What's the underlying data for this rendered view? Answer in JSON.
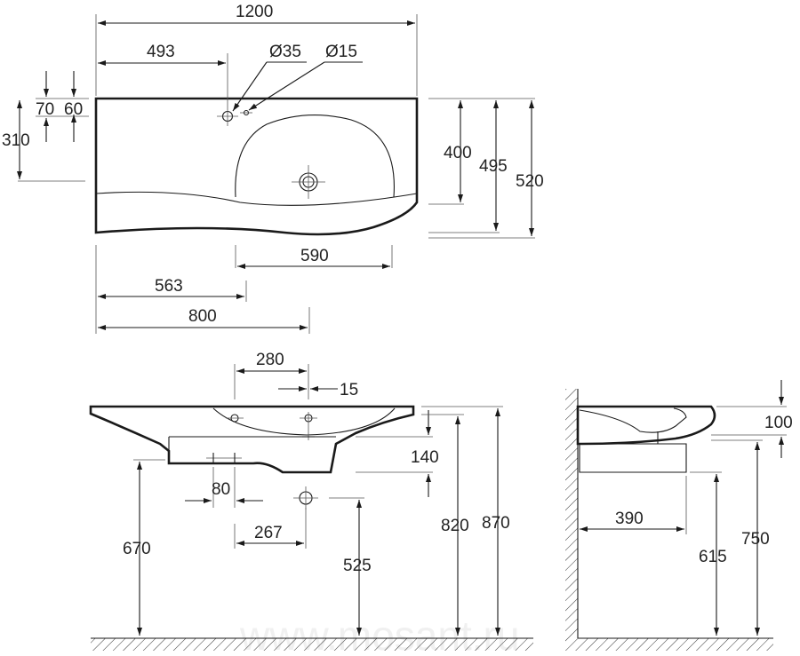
{
  "watermark": "www.mosant.ru",
  "plan_view": {
    "overall_width": "1200",
    "tap_offset": "493",
    "hole_large": "Ø35",
    "hole_small": "Ø15",
    "left_70": "70",
    "left_60": "60",
    "left_310": "310",
    "right_400": "400",
    "right_495": "495",
    "right_520": "520",
    "bowl_width": "590",
    "drain_offset": "563",
    "cabinet_width": "800"
  },
  "front_view": {
    "drain_spacing": "280",
    "offset_15": "15",
    "height_140": "140",
    "spacing_80": "80",
    "offset_267": "267",
    "height_670": "670",
    "height_525": "525",
    "height_820": "820",
    "height_870": "870"
  },
  "side_view": {
    "thickness_100": "100",
    "depth_390": "390",
    "height_615": "615",
    "height_750": "750"
  }
}
